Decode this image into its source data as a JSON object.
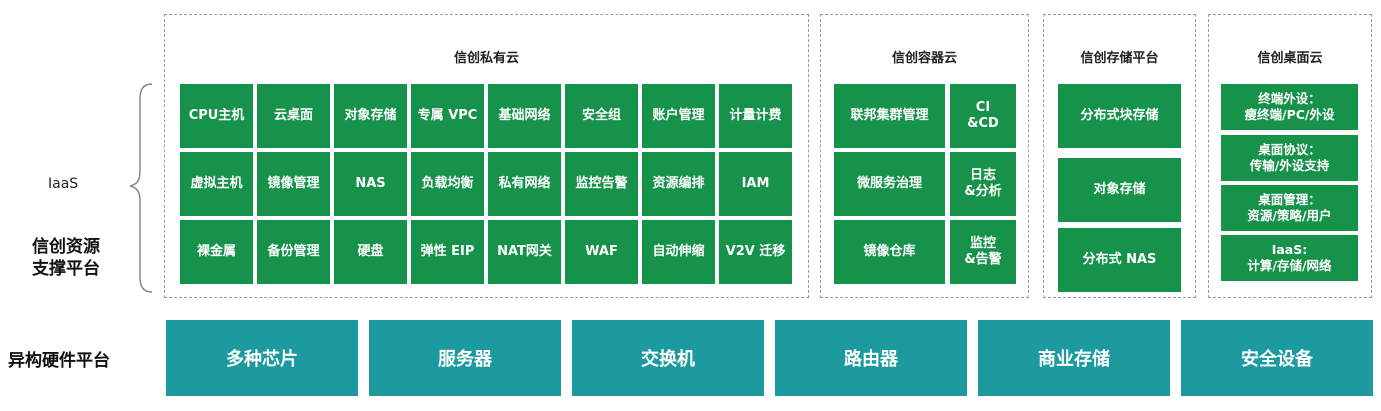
{
  "left_labels": {
    "iaas": "IaaS",
    "platform": "信创资源\n支撑平台",
    "hardware": "异构硬件平台"
  },
  "private_cloud": {
    "title": "信创私有云",
    "grid": [
      [
        "CPU主机",
        "云桌面",
        "对象存储",
        "专属 VPC",
        "基础网络",
        "安全组",
        "账户管理",
        "计量计费"
      ],
      [
        "虚拟主机",
        "镜像管理",
        "NAS",
        "负载均衡",
        "私有网络",
        "监控告警",
        "资源编排",
        "IAM"
      ],
      [
        "裸金属",
        "备份管理",
        "硬盘",
        "弹性 EIP",
        "NAT网关",
        "WAF",
        "自动伸缩",
        "V2V 迁移"
      ]
    ]
  },
  "container_cloud": {
    "title": "信创容器云",
    "left_col": [
      "联邦集群管理",
      "微服务治理",
      "镜像仓库"
    ],
    "right_col": [
      "CI\n&CD",
      "日志\n&分析",
      "监控\n&告警"
    ]
  },
  "storage_platform": {
    "title": "信创存储平台",
    "items": [
      "分布式块存储",
      "对象存储",
      "分布式 NAS"
    ]
  },
  "desktop_cloud": {
    "title": "信创桌面云",
    "items": [
      "终端外设：\n瘦终端/PC/外设",
      "桌面协议：\n传输/外设支持",
      "桌面管理：\n资源/策略/用户",
      "IaaS:\n计算/存储/网络"
    ]
  },
  "hardware": [
    "多种芯片",
    "服务器",
    "交换机",
    "路由器",
    "商业存储",
    "安全设备"
  ],
  "colors": {
    "green": "#16924a",
    "teal": "#1c9aa0",
    "dash": "#9a9a9a"
  }
}
